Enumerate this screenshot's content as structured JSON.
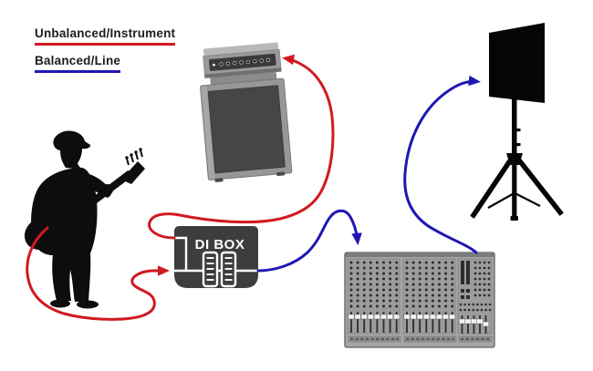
{
  "legend": {
    "items": [
      {
        "label": "Unbalanced/Instrument",
        "type": "unbalanced-instrument",
        "color": "#d11920"
      },
      {
        "label": "Balanced/Line",
        "type": "balanced-line",
        "color": "#1f17b4"
      }
    ]
  },
  "di_box": {
    "label": "DI BOX"
  },
  "colors": {
    "unbalanced": "#d11920",
    "balanced": "#1f17b4",
    "silhouette": "#0d0d0d",
    "background": "#ffffff"
  },
  "nodes": [
    {
      "name": "bass-player",
      "icon": "bass-player-silhouette-icon"
    },
    {
      "name": "bass-amp-stack",
      "icon": "amp-stack-icon"
    },
    {
      "name": "di-box",
      "icon": "di-box-icon",
      "label": "DI BOX"
    },
    {
      "name": "mixing-console",
      "icon": "mixing-console-icon"
    },
    {
      "name": "pa-speaker",
      "icon": "speaker-on-tripod-icon"
    }
  ],
  "connections": [
    {
      "from": "bass-player",
      "to": "di-box",
      "type": "unbalanced-instrument",
      "color": "#d11920"
    },
    {
      "from": "di-box",
      "to": "bass-amp-stack",
      "type": "unbalanced-instrument",
      "color": "#d11920"
    },
    {
      "from": "di-box",
      "to": "mixing-console",
      "type": "balanced-line",
      "color": "#1f17b4"
    },
    {
      "from": "mixing-console",
      "to": "pa-speaker",
      "type": "balanced-line",
      "color": "#1f17b4"
    }
  ]
}
